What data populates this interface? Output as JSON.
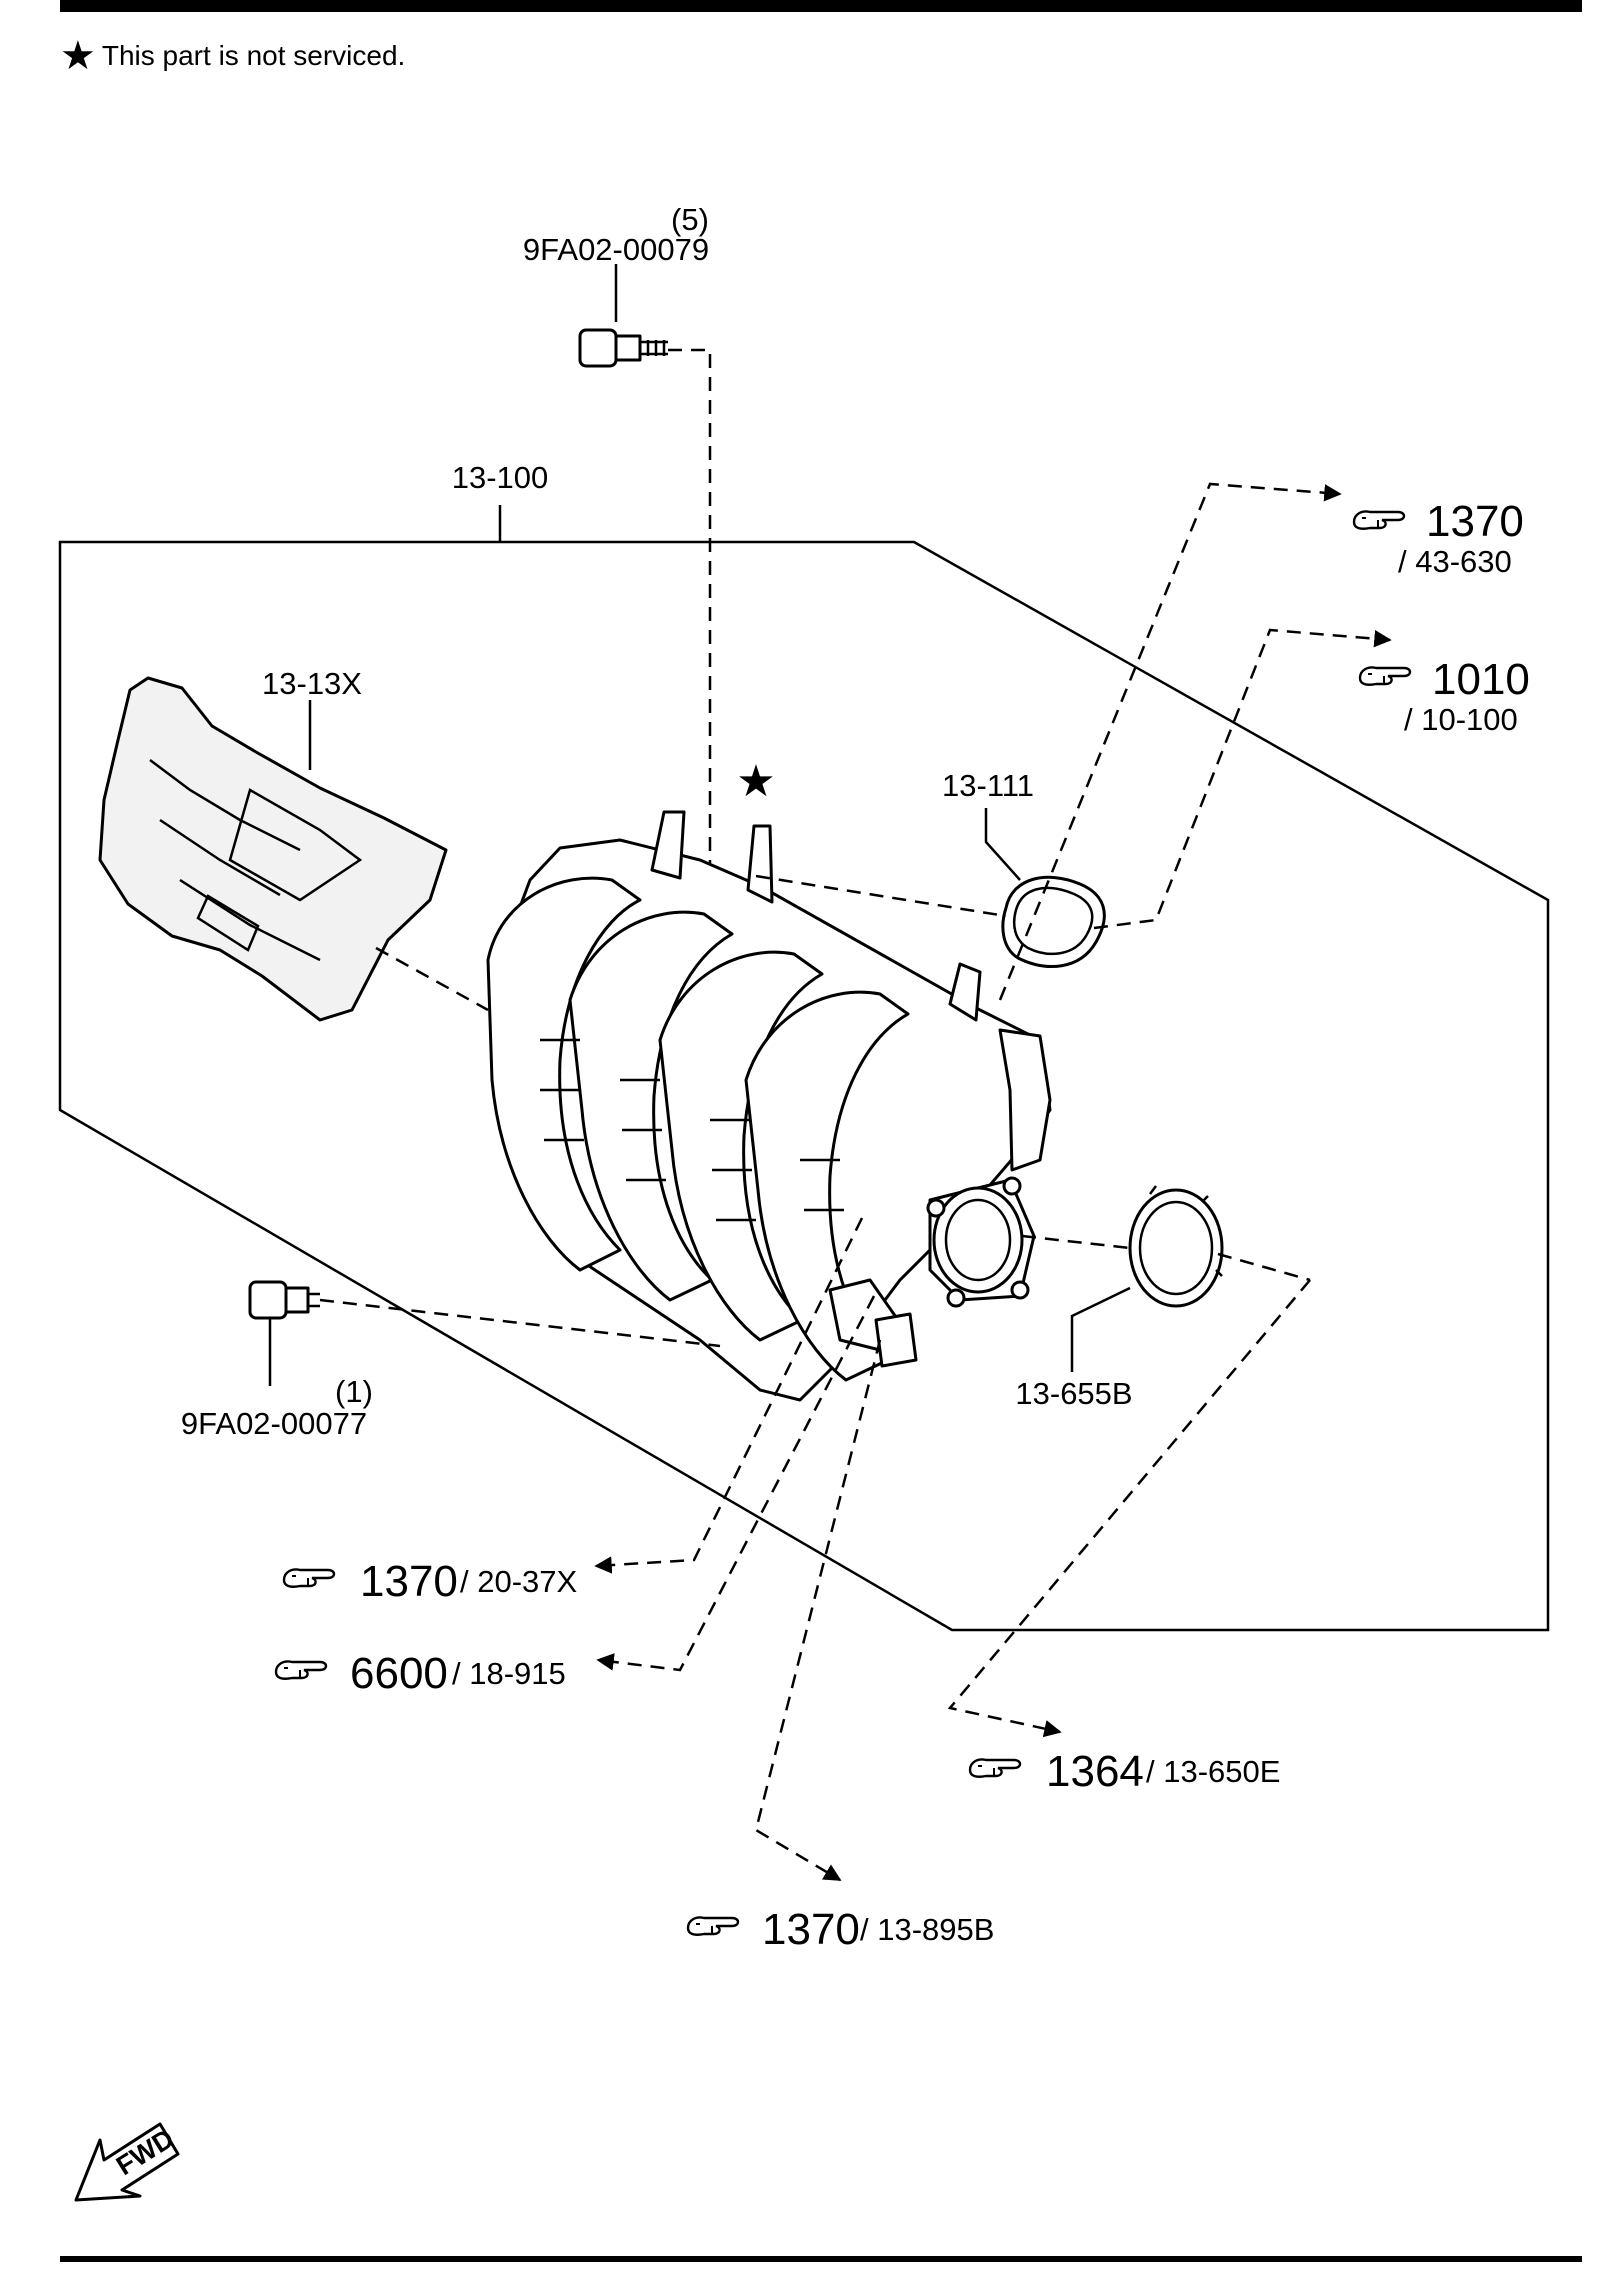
{
  "header": {
    "note_symbol": "★",
    "note_text": "This part is not serviced."
  },
  "labels": {
    "bolt_top_qty": "(5)",
    "bolt_top_part": "9FA02-00079",
    "manifold_part": "13-100",
    "cover_part": "13-13X",
    "star_symbol": "★",
    "gasket_part": "13-111",
    "throttle_gasket_part": "13-655B",
    "bolt_bottom_qty": "(1)",
    "bolt_bottom_part": "9FA02-00077"
  },
  "references": [
    {
      "section": "1370",
      "item": "/ 43-630"
    },
    {
      "section": "1010",
      "item": "/ 10-100"
    },
    {
      "section": "1370",
      "item": "/ 20-37X"
    },
    {
      "section": "6600",
      "item": "/ 18-915"
    },
    {
      "section": "1364",
      "item": "/ 13-650E"
    },
    {
      "section": "1370",
      "item": "/ 13-895B"
    }
  ],
  "fwd_label": "FWD",
  "icons": {
    "reference": "pointing-hand-icon",
    "direction": "forward-arrow-icon"
  }
}
